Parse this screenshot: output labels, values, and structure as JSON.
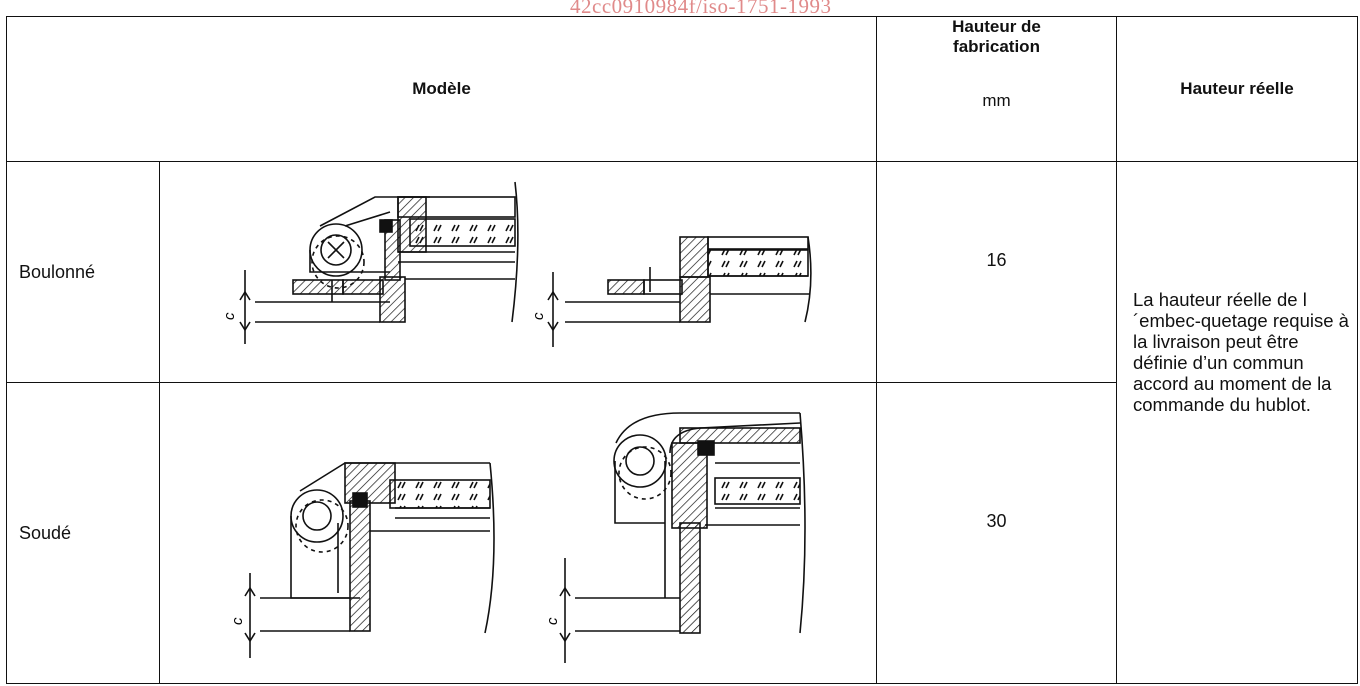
{
  "watermark": "42cc0910984f/iso-1751-1993",
  "headers": {
    "model": "Modèle",
    "fabrication_line1": "Hauteur de",
    "fabrication_line2": "fabrication",
    "fabrication_unit": "mm",
    "real_height": "Hauteur réelle"
  },
  "rows": [
    {
      "label": "Boulonné",
      "height": "16",
      "dimension_label": "c"
    },
    {
      "label": "Soudé",
      "height": "30",
      "dimension_label": "c"
    }
  ],
  "remark": "La hauteur réelle de l´embec-quetage requise à la livraison peut être définie d’un commun accord au moment de la commande du hublot.",
  "colors": {
    "line": "#111111",
    "watermark": "#e08a8a"
  }
}
